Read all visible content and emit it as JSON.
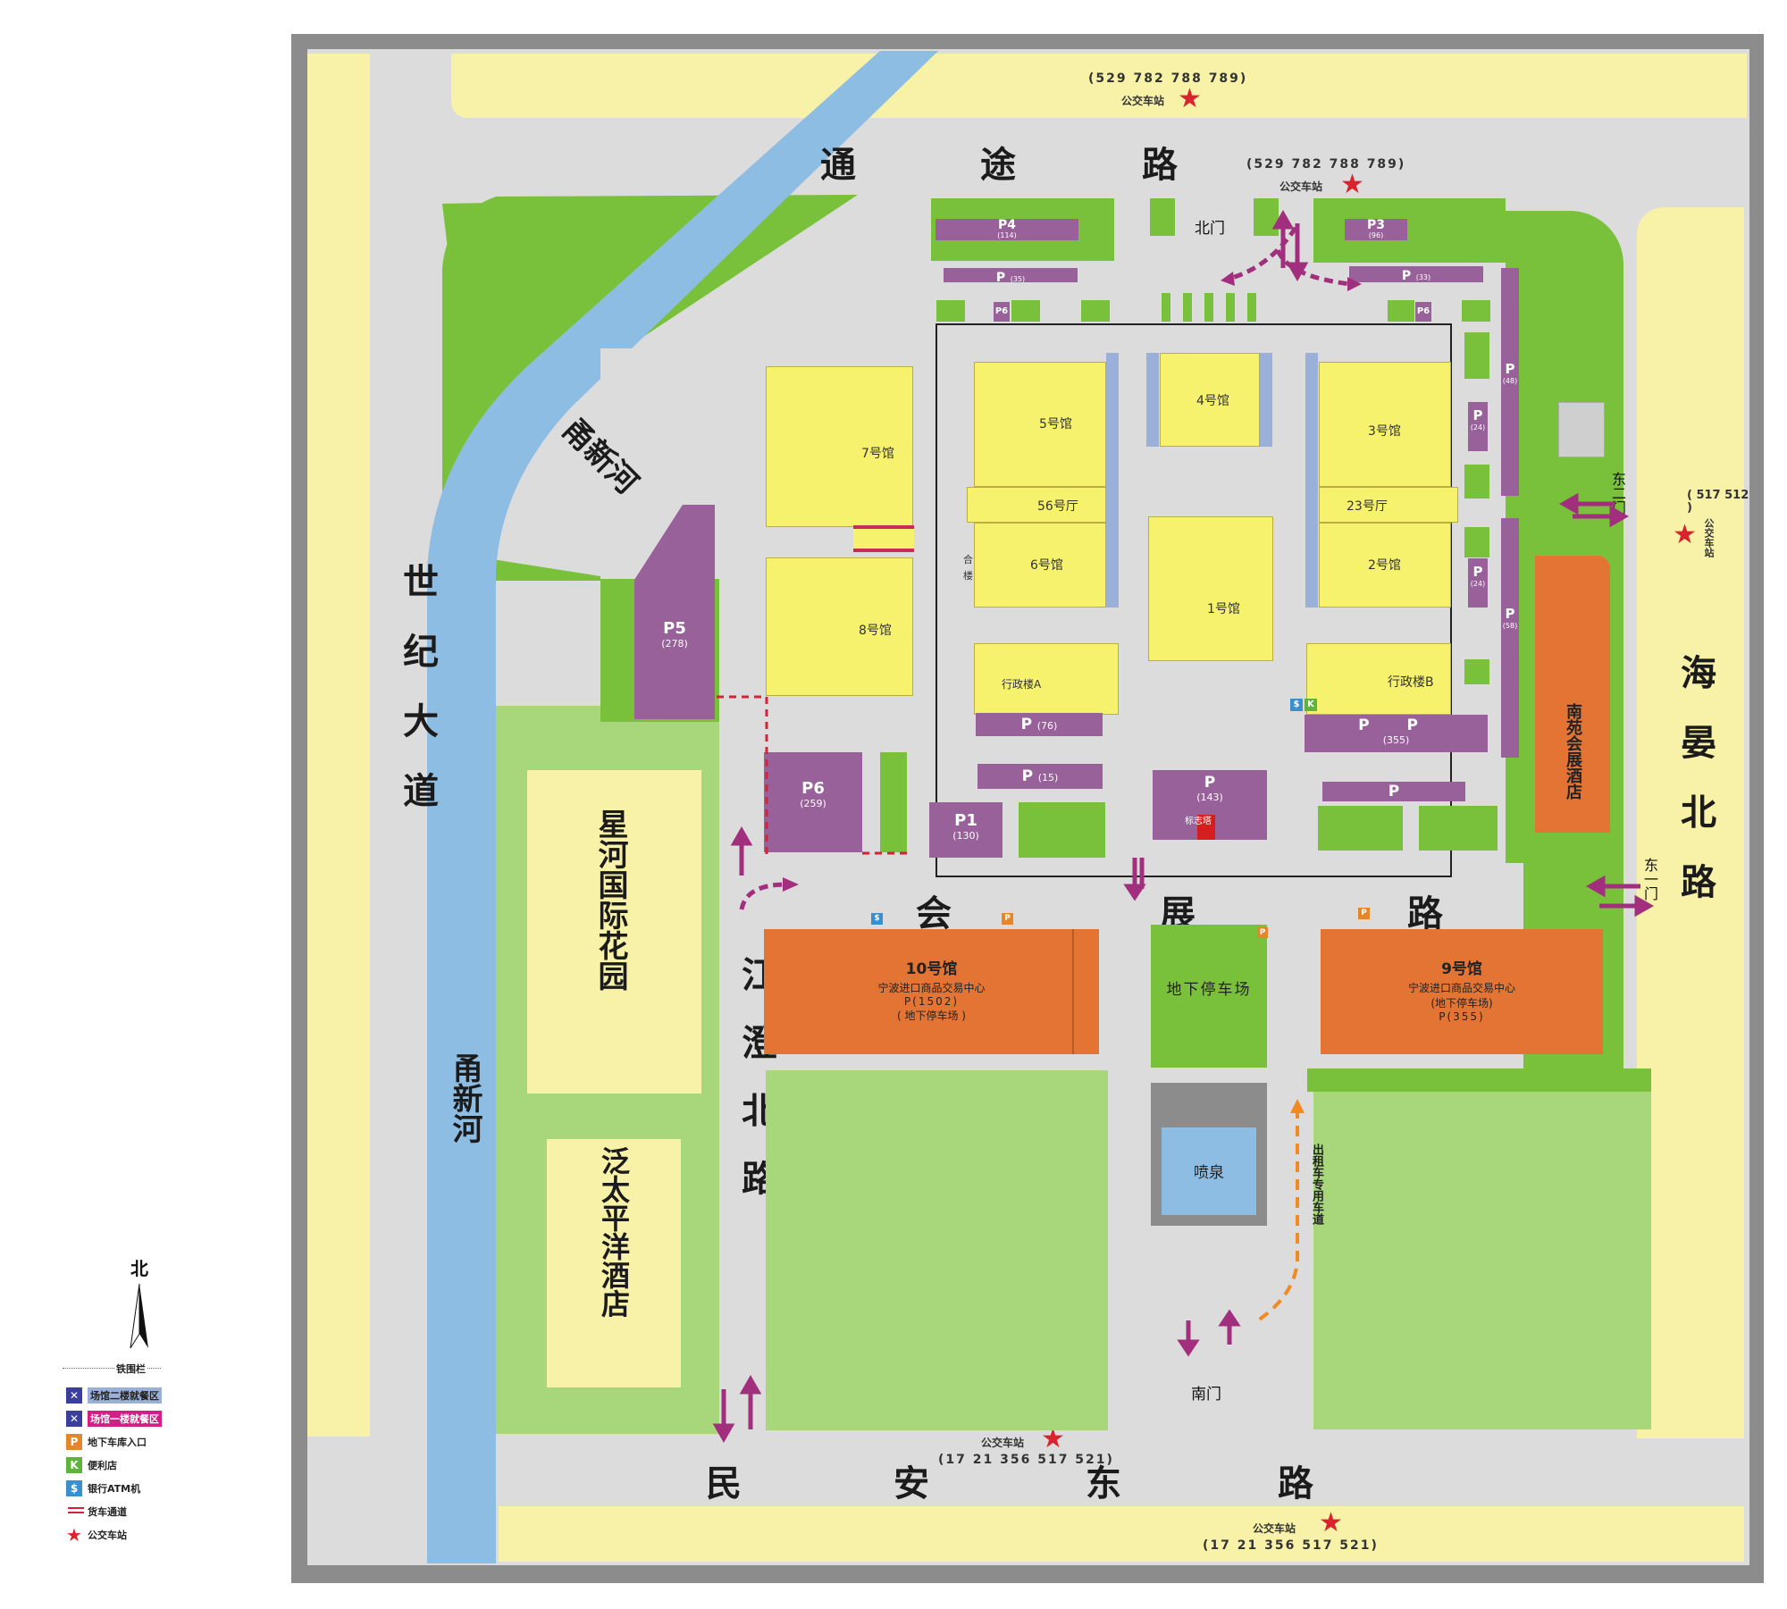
{
  "roads": {
    "tongtu": [
      "通",
      "途",
      "路"
    ],
    "shiji": "世纪大道",
    "haiyan": "海晏北路",
    "jiangcheng": "江澄北路",
    "huizhan": [
      "会",
      "展",
      "路"
    ],
    "minan": [
      "民",
      "安",
      "东",
      "路"
    ]
  },
  "river": {
    "label": "甬新河"
  },
  "hotels": {
    "xinghe": "星河国际花园",
    "fantai": "泛太平洋酒店",
    "nanyuan": "南苑会展酒店"
  },
  "bus_stops": {
    "label": "公交车站",
    "north_top_lines": "(529 782 788 789)",
    "north_gate_lines": "(529 782 788 789)",
    "east_lines": "( 517 512 )",
    "south_inner_lines": "(17 21 356 517 521)",
    "south_outer_lines": "(17 21 356 517 521)"
  },
  "gates": {
    "north": "北门",
    "east_two": "东二门",
    "east_one": "东一门",
    "south": "南门"
  },
  "halls": {
    "h1": "1号馆",
    "h2": "2号馆",
    "h3": "3号馆",
    "h4": "4号馆",
    "h5": "5号馆",
    "h6": "6号馆",
    "h7": "7号馆",
    "h8": "8号馆",
    "h56": "56号厅",
    "h23": "23号厅",
    "admin_a": "行政楼A",
    "admin_b": "行政楼B",
    "side_label": "合 楼"
  },
  "parking": {
    "p": "P",
    "p4": {
      "label": "P4",
      "count": "(114)"
    },
    "p35": {
      "label": "P",
      "count": "(35)"
    },
    "p3": {
      "label": "P3",
      "count": "(96)"
    },
    "p33": {
      "label": "P",
      "count": "(33)"
    },
    "p6small": "P6",
    "pe48": "(48)",
    "pe24a": "(24)",
    "pe24b": "(24)",
    "pe58": "(58)",
    "p5": {
      "label": "P5",
      "count": "(278)"
    },
    "p6": {
      "label": "P6",
      "count": "(259)"
    },
    "p1": {
      "label": "P1",
      "count": "(130)"
    },
    "p76": {
      "label": "P",
      "count": "(76)"
    },
    "p15": {
      "label": "P",
      "count": "(15)"
    },
    "p143": {
      "label": "P",
      "count": "(143)"
    },
    "landmark": "标志塔",
    "p355": {
      "label": "P  P",
      "count": "(355)"
    }
  },
  "buildings": {
    "hall10": {
      "title": "10号馆",
      "subtitle": "宁波进口商品交易中心",
      "parking": "P(1502)",
      "note": "( 地下停车场 )"
    },
    "hall9": {
      "title": "9号馆",
      "subtitle": "宁波进口商品交易中心",
      "note": "(地下停车场)",
      "parking": "P(355)"
    },
    "underground": "地下停车场",
    "fountain": "喷泉",
    "taxi_lane": "出租车专用车道"
  },
  "legend": {
    "north": "北",
    "fence": "铁围栏",
    "dining2": "场馆二楼就餐区",
    "dining1": "场馆一楼就餐区",
    "garage": "地下车库入口",
    "store": "便利店",
    "atm": "银行ATM机",
    "truck": "货车通道",
    "bus": "公交车站",
    "icon_p": "P",
    "icon_k": "K",
    "icon_s": "$",
    "icon_x": "✕"
  },
  "colors": {
    "parking": "#98619a",
    "hall": "#f6f26d",
    "orange_building": "#e37434",
    "green": "#79c13a",
    "river": "#8ebde3",
    "bus_star": "#d9242d"
  }
}
